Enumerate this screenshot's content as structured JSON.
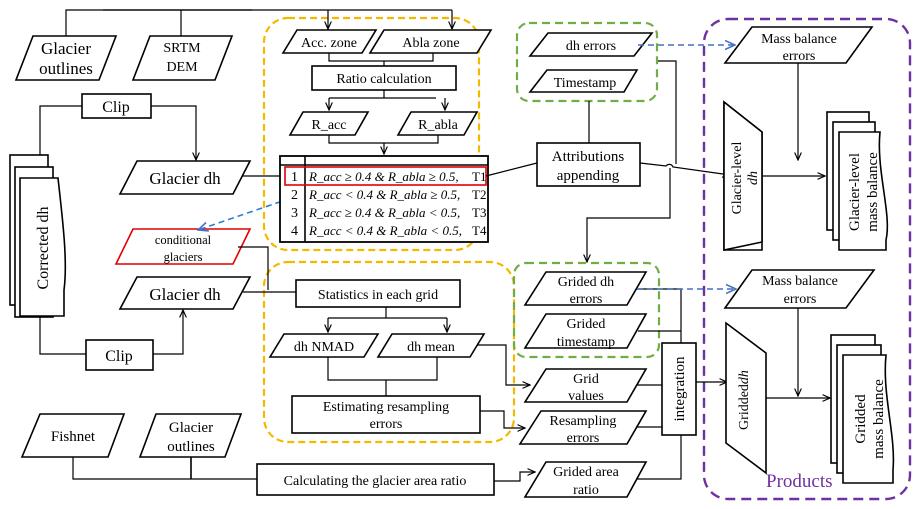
{
  "inputs": {
    "glacier_outlines_top": [
      "Glacier",
      "outlines"
    ],
    "srtm_dem": [
      "SRTM",
      "DEM"
    ],
    "clip_top": "Clip",
    "clip_bottom": "Clip",
    "corrected_dh": "Corrected dh",
    "glacier_dh_top": "Glacier dh",
    "glacier_dh_bottom": "Glacier dh",
    "conditional_glaciers": [
      "conditional",
      "glaciers"
    ],
    "fishnet": "Fishnet",
    "glacier_outlines_bottom": [
      "Glacier",
      "outlines"
    ],
    "area_ratio_calc": "Calculating the glacier area ratio"
  },
  "classification": {
    "acc_zone": "Acc. zone",
    "abla_zone": "Abla zone",
    "ratio_calc": "Ratio calculation",
    "r_acc": "R_acc",
    "r_abla": "R_abla",
    "table_rows": [
      {
        "id": "1",
        "condition": "R_acc ≥ 0.4 & R_abla ≥ 0.5,",
        "type": "T1",
        "highlighted": true
      },
      {
        "id": "2",
        "condition": "R_acc < 0.4 & R_abla ≥ 0.5,",
        "type": "T2",
        "highlighted": false
      },
      {
        "id": "3",
        "condition": "R_acc ≥ 0.4 & R_abla < 0.5,",
        "type": "T3",
        "highlighted": false
      },
      {
        "id": "4",
        "condition": "R_acc < 0.4 & R_abla < 0.5,",
        "type": "T4",
        "highlighted": false
      }
    ]
  },
  "grid_stats": {
    "statistics": "Statistics in each grid",
    "dh_nmad": "dh NMAD",
    "dh_mean": "dh mean",
    "resampling_est": [
      "Estimating resampling",
      "errors"
    ]
  },
  "attributes": {
    "dh_errors": "dh errors",
    "timestamp": "Timestamp",
    "attributions": [
      "Attributions",
      "appending"
    ],
    "grided_dh_errors": [
      "Grided dh",
      "errors"
    ],
    "grided_timestamp": [
      "Grided",
      "timestamp"
    ],
    "grid_values": [
      "Grid",
      "values"
    ],
    "resampling_errors": [
      "Resampling",
      "errors"
    ],
    "grided_area_ratio": [
      "Grided area",
      "ratio"
    ],
    "integration": "integration"
  },
  "products": {
    "label": "Products",
    "mb_errors_top": [
      "Mass balance",
      "errors"
    ],
    "mb_errors_bottom": [
      "Mass balance",
      "errors"
    ],
    "glacier_level_dh": [
      "Glacier-level",
      "dh"
    ],
    "gridded_dh": [
      "Gridded",
      "dh"
    ],
    "glacier_level_mb": [
      "Glacier-level",
      "mass balance"
    ],
    "gridded_mb": [
      "Gridded",
      "mass balance"
    ]
  },
  "colors": {
    "yellow_group": "#f5b800",
    "green_group": "#70ad47",
    "purple_group": "#7030a0",
    "blue_dashed": "#4472c4",
    "highlight_red": "#e00000"
  }
}
